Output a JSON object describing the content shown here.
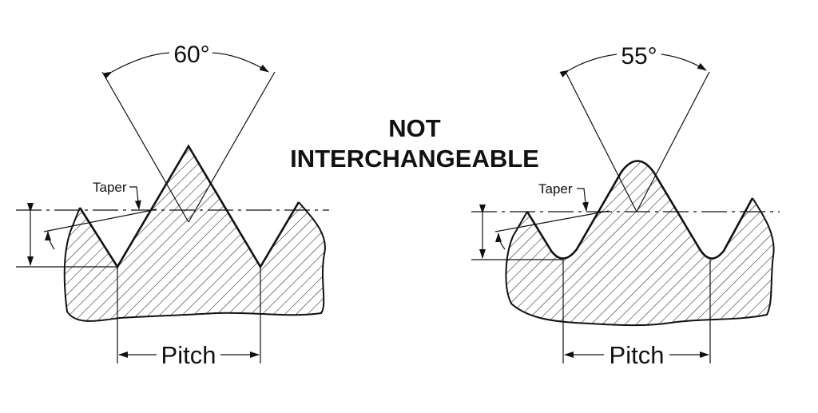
{
  "center_label": {
    "line1": "NOT",
    "line2": "INTERCHANGEABLE"
  },
  "left_thread": {
    "angle_label": "60°",
    "taper_label": "Taper",
    "pitch_label": "Pitch",
    "profile": "sharp V"
  },
  "right_thread": {
    "angle_label": "55°",
    "taper_label": "Taper",
    "pitch_label": "Pitch",
    "profile": "rounded crest and root"
  }
}
